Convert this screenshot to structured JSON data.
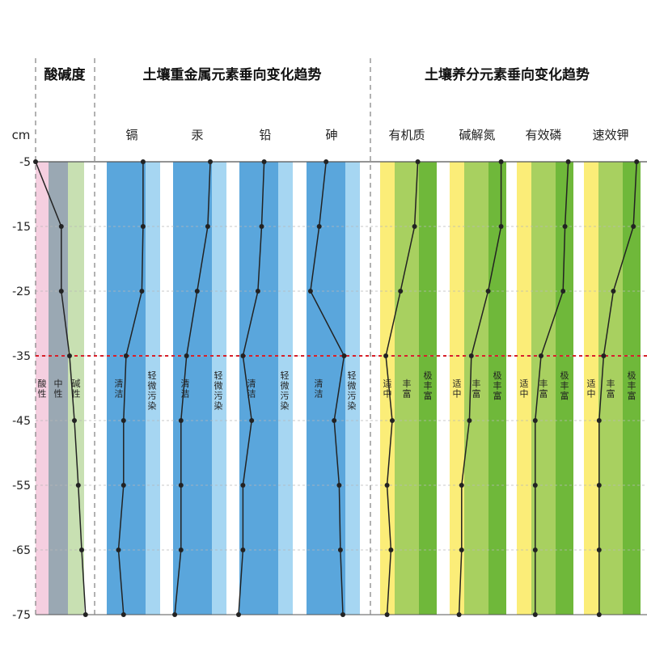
{
  "colors": {
    "acid": "#f5cfe0",
    "neutral": "#9aa8b3",
    "alkaline": "#c8e0b2",
    "clean": "#5aa6dc",
    "light": "#a6d6f2",
    "moderate": "#fbed78",
    "rich": "#a8d060",
    "very_rich": "#6fb83a",
    "line": "#222222",
    "marker": "#d8202a",
    "grid": "#b8b8b8",
    "separator": "#888888"
  },
  "chart_data": {
    "type": "line",
    "unit_label": "cm",
    "y_ticks": [
      "-5",
      "-15",
      "-25",
      "-35",
      "-45",
      "-55",
      "-65",
      "-75"
    ],
    "ylim": [
      -75,
      -5
    ],
    "depths": [
      -5,
      -15,
      -25,
      -35,
      -45,
      -55,
      -65,
      -75
    ],
    "marker_depth": -35,
    "grid": true,
    "groups": [
      {
        "title": "酸碱度",
        "key": "ph"
      },
      {
        "title": "土壤重金属元素垂向变化趋势",
        "key": "metals"
      },
      {
        "title": "土壤养分元素垂向变化趋势",
        "key": "nutrients"
      }
    ],
    "panels": [
      {
        "name": "",
        "group": "ph",
        "zones": [
          "酸性",
          "中性",
          "碱性"
        ],
        "zone_colors": [
          "acid",
          "neutral",
          "alkaline"
        ],
        "values": [
          0.0,
          0.53,
          0.53,
          0.7,
          0.8,
          0.88,
          0.95,
          1.03
        ]
      },
      {
        "name": "镉",
        "group": "metals",
        "zones": [
          "清洁",
          "轻微污染"
        ],
        "zone_colors": [
          "clean",
          "light"
        ],
        "values": [
          0.73,
          0.73,
          0.71,
          0.46,
          0.42,
          0.42,
          0.34,
          0.42
        ]
      },
      {
        "name": "汞",
        "group": "metals",
        "zones": [
          "清洁",
          "轻微污染"
        ],
        "zone_colors": [
          "clean",
          "light"
        ],
        "values": [
          0.74,
          0.7,
          0.53,
          0.36,
          0.27,
          0.27,
          0.27,
          0.17
        ]
      },
      {
        "name": "铅",
        "group": "metals",
        "zones": [
          "清洁",
          "轻微污染"
        ],
        "zone_colors": [
          "clean",
          "light"
        ],
        "values": [
          0.54,
          0.5,
          0.44,
          0.2,
          0.34,
          0.2,
          0.2,
          0.13
        ]
      },
      {
        "name": "砷",
        "group": "metals",
        "zones": [
          "清洁",
          "轻微污染"
        ],
        "zone_colors": [
          "clean",
          "light"
        ],
        "values": [
          0.47,
          0.36,
          0.22,
          0.76,
          0.6,
          0.68,
          0.7,
          0.74
        ]
      },
      {
        "name": "有机质",
        "group": "nutrients",
        "zones": [
          "适中",
          "丰富",
          "极丰富"
        ],
        "zone_colors": [
          "moderate",
          "rich",
          "very_rich"
        ],
        "values": [
          0.64,
          0.59,
          0.37,
          0.14,
          0.24,
          0.16,
          0.22,
          0.16
        ]
      },
      {
        "name": "碱解氮",
        "group": "nutrients",
        "zones": [
          "适中",
          "丰富",
          "极丰富"
        ],
        "zone_colors": [
          "moderate",
          "rich",
          "very_rich"
        ],
        "values": [
          0.87,
          0.87,
          0.67,
          0.41,
          0.38,
          0.26,
          0.26,
          0.22
        ]
      },
      {
        "name": "有效磷",
        "group": "nutrients",
        "zones": [
          "适中",
          "丰富",
          "极丰富"
        ],
        "zone_colors": [
          "moderate",
          "rich",
          "very_rich"
        ],
        "values": [
          0.87,
          0.82,
          0.79,
          0.45,
          0.36,
          0.36,
          0.36,
          0.36
        ]
      },
      {
        "name": "速效钾",
        "group": "nutrients",
        "zones": [
          "适中",
          "丰富",
          "极丰富"
        ],
        "zone_colors": [
          "moderate",
          "rich",
          "very_rich"
        ],
        "values": [
          0.89,
          0.84,
          0.53,
          0.38,
          0.31,
          0.31,
          0.31,
          0.31
        ]
      }
    ]
  }
}
